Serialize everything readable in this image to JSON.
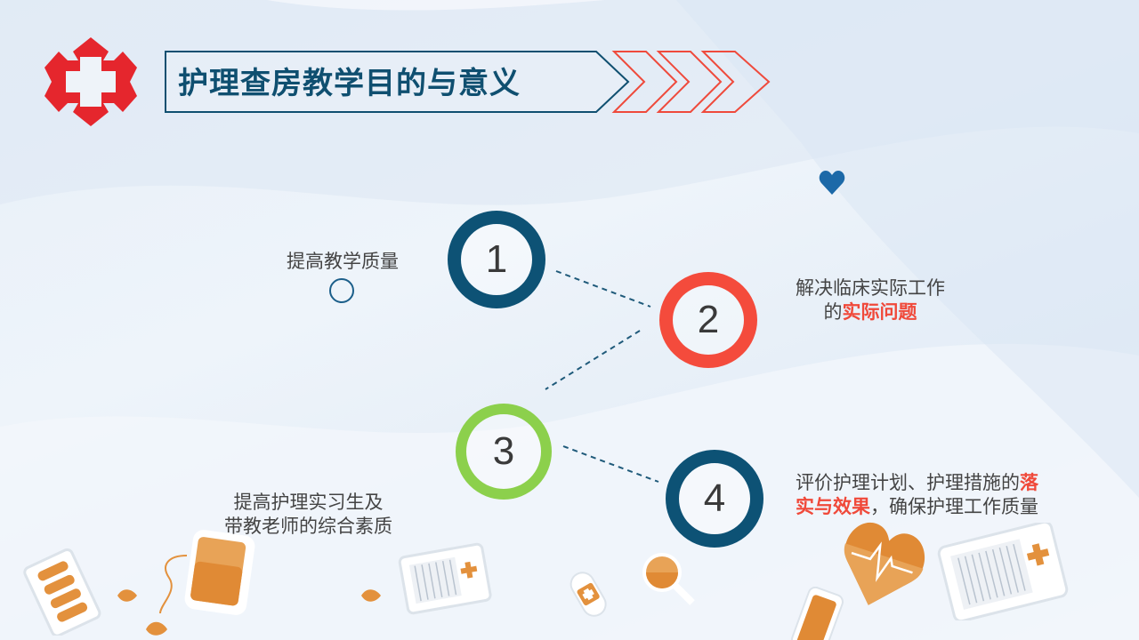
{
  "header": {
    "title": "护理查房教学目的与意义",
    "logo_icon": "red-cross-icon"
  },
  "decor": {
    "heart_icon": "heart-icon",
    "small_circle_icon": "circle-outline-icon"
  },
  "items": [
    {
      "number": "1",
      "ring_color": "#0d5275",
      "text_lines": [
        "提高教学质量"
      ]
    },
    {
      "number": "2",
      "ring_color": "#f44b3c",
      "line1": "解决临床实际工作",
      "line2_prefix": "的",
      "line2_highlight": "实际问题"
    },
    {
      "number": "3",
      "ring_color": "#8cd04c",
      "text_lines": [
        "提高护理实习生及",
        "带教老师的综合素质"
      ]
    },
    {
      "number": "4",
      "ring_color": "#0d5275",
      "line1_prefix": "评价护理计划、护理措施的",
      "line1_highlight": "落",
      "line2_highlight": "实与效果",
      "line2_suffix": "，确保护理工作质量"
    }
  ],
  "colors": {
    "title": "#0f4f70",
    "accent_red": "#f0493a",
    "orange": "#e08a35"
  }
}
